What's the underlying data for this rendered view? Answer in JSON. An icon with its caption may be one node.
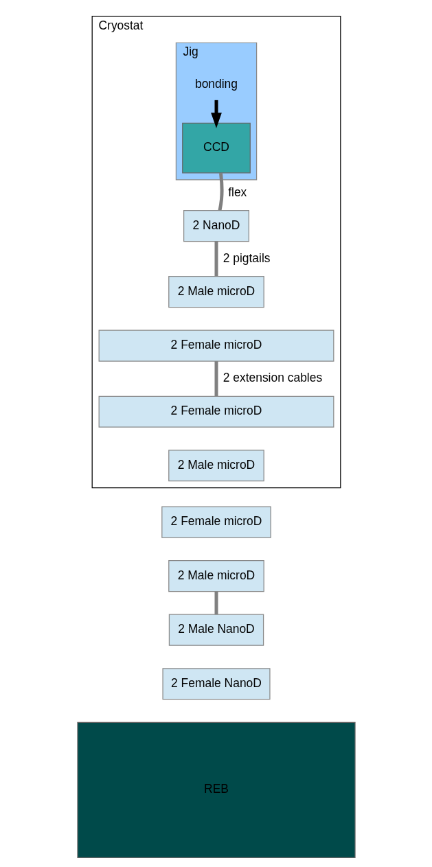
{
  "diagram": {
    "nodes": [
      {
        "text": [
          "Cryostat"
        ]
      },
      {
        "text": [
          "Jig"
        ],
        "in": 0
      },
      {
        "text": [
          "CCD"
        ],
        "in": 1
      },
      {
        "text": [
          "bonding"
        ],
        "in": 1
      },
      {
        "text": [
          "2 NanoD"
        ],
        "in": 0
      },
      {
        "text": [
          "2 Male microD"
        ],
        "in": 0
      },
      {
        "text": [
          "2 Female microD"
        ],
        "in": 0
      },
      {
        "text": [
          "2 Female microD"
        ],
        "in": 0
      },
      {
        "text": [
          "2 Male microD"
        ],
        "in": 0
      },
      {
        "text": [
          "2 Female microD"
        ]
      },
      {
        "text": [
          "2 Male microD"
        ]
      },
      {
        "text": [
          "2 Male NanoD"
        ]
      },
      {
        "text": [
          "2 Female NanoD"
        ]
      },
      {
        "text": [
          "REB"
        ]
      }
    ],
    "edges": [
      {
        "from": 4,
        "to": 2,
        "arrow": "none",
        "label": "flex"
      },
      {
        "from": 3,
        "to": 2,
        "arrow": "to",
        "color": "#000000"
      },
      {
        "from": 4,
        "to": 5,
        "arrow": "none",
        "label": "2 pigtails"
      },
      {
        "from": 6,
        "to": 7,
        "arrow": "none",
        "label": "2 extension cables"
      },
      {
        "from": 10,
        "to": 11,
        "arrow": "none"
      }
    ]
  }
}
